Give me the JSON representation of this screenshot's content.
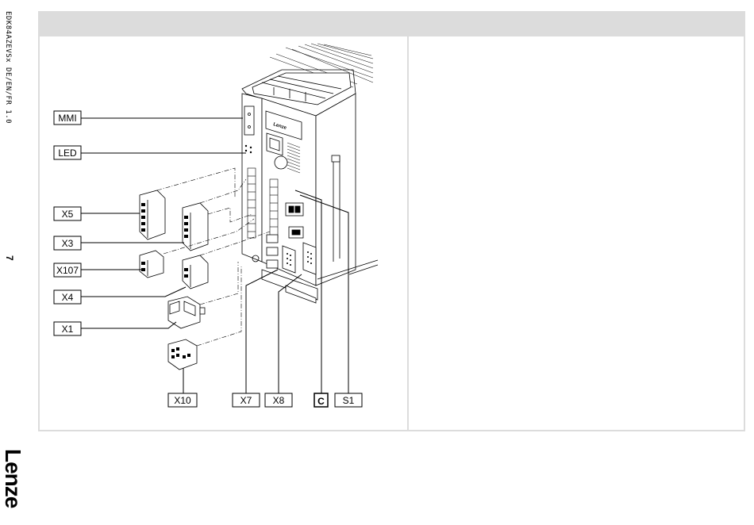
{
  "sidebar": {
    "doc_id": "EDK84AZEVSx  DE/EN/FR  1.0",
    "page_number": "7",
    "brand": "Lenze"
  },
  "figure": {
    "labels": {
      "mmi": "MMI",
      "led": "LED",
      "x5": "X5",
      "x3": "X3",
      "x107": "X107",
      "x4": "X4",
      "x1": "X1",
      "x10": "X10",
      "x7": "X7",
      "x8": "X8",
      "c": "C",
      "s1": "S1"
    },
    "device_logo": "Lenze"
  },
  "colors": {
    "panel_header": "#dcdcdc",
    "panel_border": "#dcdcdc",
    "line": "#000000"
  }
}
